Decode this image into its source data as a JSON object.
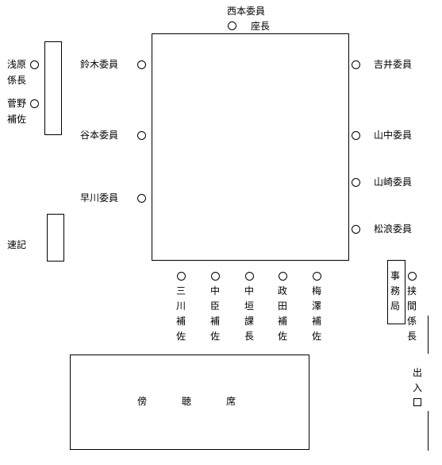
{
  "chair": {
    "name": "西本委員",
    "role": "座長"
  },
  "left_committee": [
    "鈴木委員",
    "谷本委員",
    "早川委員"
  ],
  "right_committee": [
    "吉井委員",
    "山中委員",
    "山崎委員",
    "松浪委員"
  ],
  "left_staff": {
    "name1": "浅原",
    "title1": "係長",
    "name2": "菅野",
    "title2": "補佐"
  },
  "stenographer": "速記",
  "bottom_row": [
    {
      "name": "三川",
      "title": "補佐"
    },
    {
      "name": "中臣",
      "title": "補佐"
    },
    {
      "name": "中垣",
      "title": "課長"
    },
    {
      "name": "政田",
      "title": "補佐"
    },
    {
      "name": "梅澤",
      "title": "補佐"
    }
  ],
  "secretariat": "事務局",
  "secretariat_member": {
    "name": "挟間",
    "title": "係長"
  },
  "gallery": {
    "c1": "傍",
    "c2": "聴",
    "c3": "席"
  },
  "exit_label": "出入"
}
